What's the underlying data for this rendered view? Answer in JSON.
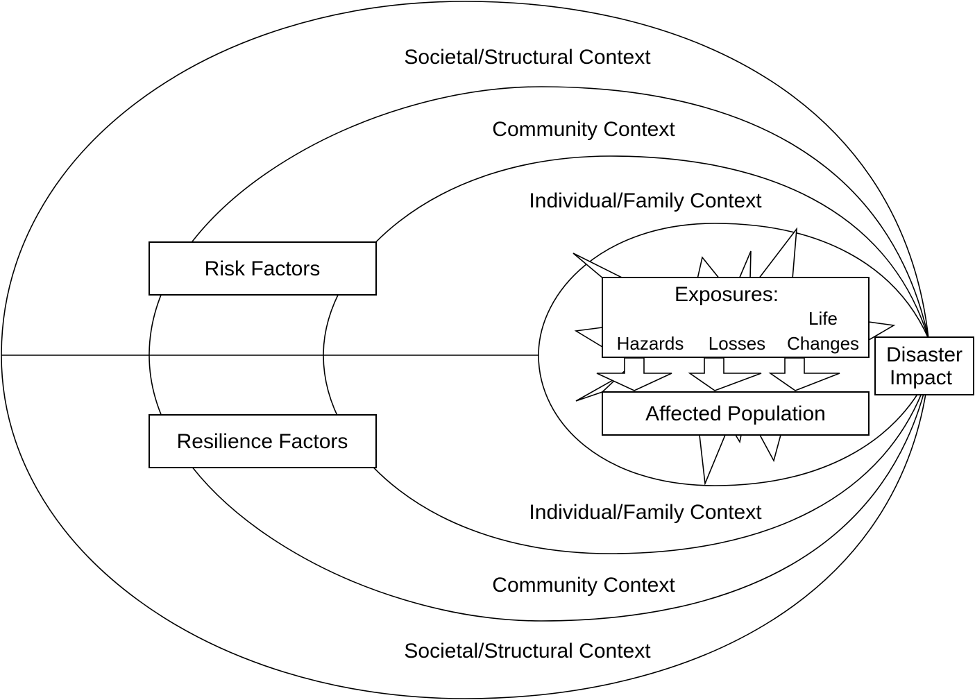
{
  "diagram": {
    "contexts": {
      "societal_top": "Societal/Structural Context",
      "community_top": "Community Context",
      "individual_top": "Individual/Family Context",
      "individual_bottom": "Individual/Family Context",
      "community_bottom": "Community Context",
      "societal_bottom": "Societal/Structural Context"
    },
    "factors": {
      "risk": "Risk Factors",
      "resilience": "Resilience Factors"
    },
    "exposures": {
      "title": "Exposures:",
      "items": [
        "Hazards",
        "Losses",
        "Life",
        "Changes"
      ]
    },
    "affected_population": "Affected Population",
    "disaster_impact": {
      "line1": "Disaster",
      "line2": "Impact"
    },
    "colors": {
      "stroke": "#000000",
      "background": "#ffffff"
    }
  }
}
